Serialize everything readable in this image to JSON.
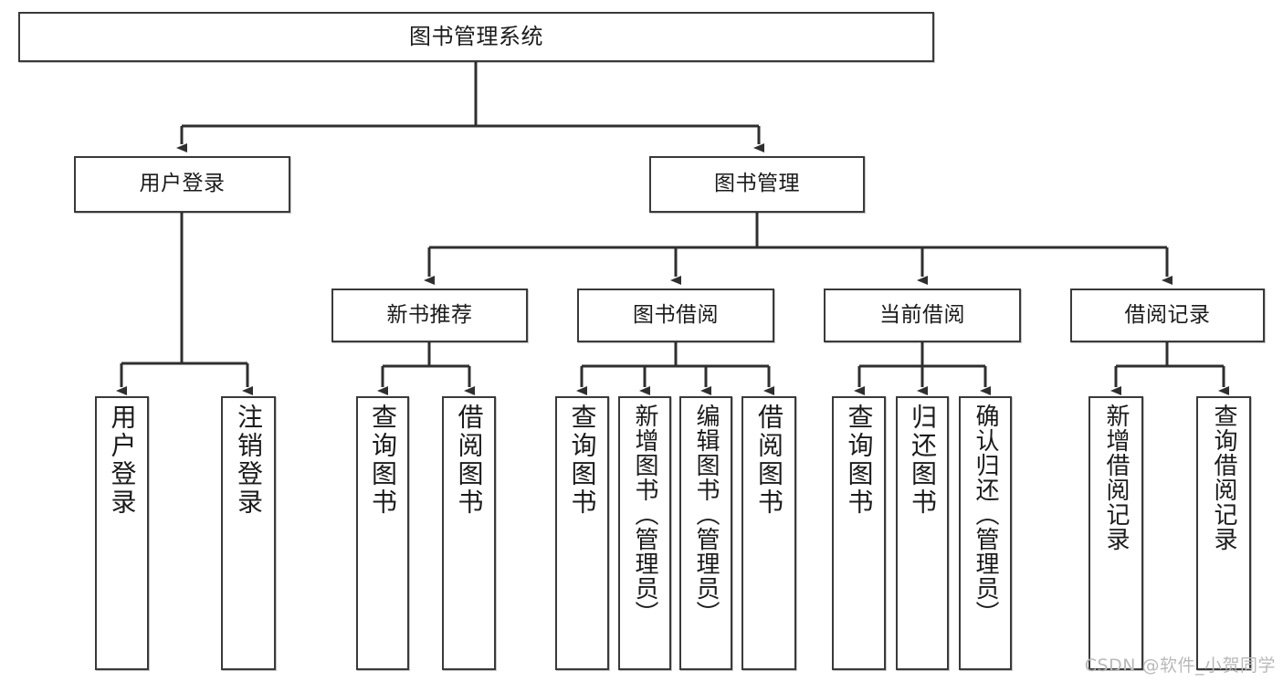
{
  "diagram": {
    "title": "图书管理系统",
    "watermark": "CSDN @软件_小贺同学",
    "nodes": {
      "root": {
        "label": "图书管理系统"
      },
      "user_login": {
        "label": "用户登录"
      },
      "book_manage": {
        "label": "图书管理"
      },
      "new_book_rec": {
        "label": "新书推荐"
      },
      "book_borrow": {
        "label": "图书借阅"
      },
      "current_borrow": {
        "label": "当前借阅"
      },
      "borrow_record": {
        "label": "借阅记录"
      },
      "leaf_user_login": {
        "label": "用户登录"
      },
      "leaf_logout": {
        "label": "注销登录"
      },
      "leaf_query_book_1": {
        "label": "查询图书"
      },
      "leaf_borrow_book_1": {
        "label": "借阅图书"
      },
      "leaf_query_book_2": {
        "label": "查询图书"
      },
      "leaf_add_book": {
        "label": "新增图书（管理员）"
      },
      "leaf_edit_book": {
        "label": "编辑图书（管理员）"
      },
      "leaf_borrow_book_2": {
        "label": "借阅图书"
      },
      "leaf_query_book_3": {
        "label": "查询图书"
      },
      "leaf_return_book": {
        "label": "归还图书"
      },
      "leaf_confirm_return": {
        "label": "确认归还（管理员）"
      },
      "leaf_add_record": {
        "label": "新增借阅记录"
      },
      "leaf_query_record": {
        "label": "查询借阅记录"
      }
    },
    "colors": {
      "stroke": "#3a3a3a",
      "text": "#1b1b1b",
      "background": "#ffffff",
      "watermark": "#b9b9b9"
    }
  }
}
